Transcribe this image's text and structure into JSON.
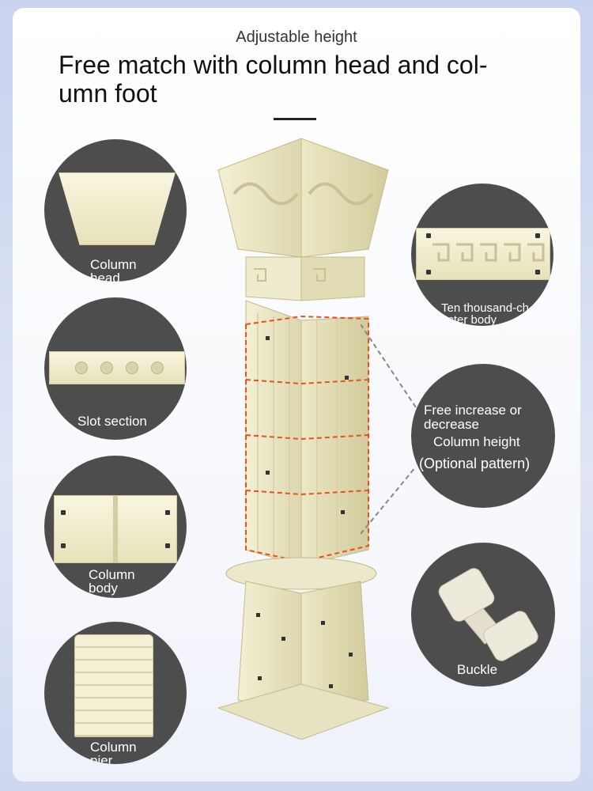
{
  "header": {
    "top_label": "Adjustable height",
    "headline_line1": "Free match with column head and col-",
    "headline_line2": "umn foot"
  },
  "left_circles": [
    {
      "label_line1": "Column",
      "label_line2": "head"
    },
    {
      "label_line1": "Slot section",
      "label_line2": ""
    },
    {
      "label_line1": "Column",
      "label_line2": "body"
    },
    {
      "label_line1": "Column",
      "label_line2": "pier"
    }
  ],
  "right_circles": {
    "pattern": {
      "label_line1": "Ten thousand-ch",
      "label_line2": "acter body"
    },
    "info": {
      "line1": "Free increase or",
      "line2": "decrease",
      "line3": "Column height",
      "line4": "(Optional pattern)"
    },
    "buckle": {
      "label": "Buckle"
    }
  },
  "colors": {
    "circle_bg": "#4e4d4d",
    "mold": "#f2efd2",
    "highlight_dash": "#e8501f"
  }
}
